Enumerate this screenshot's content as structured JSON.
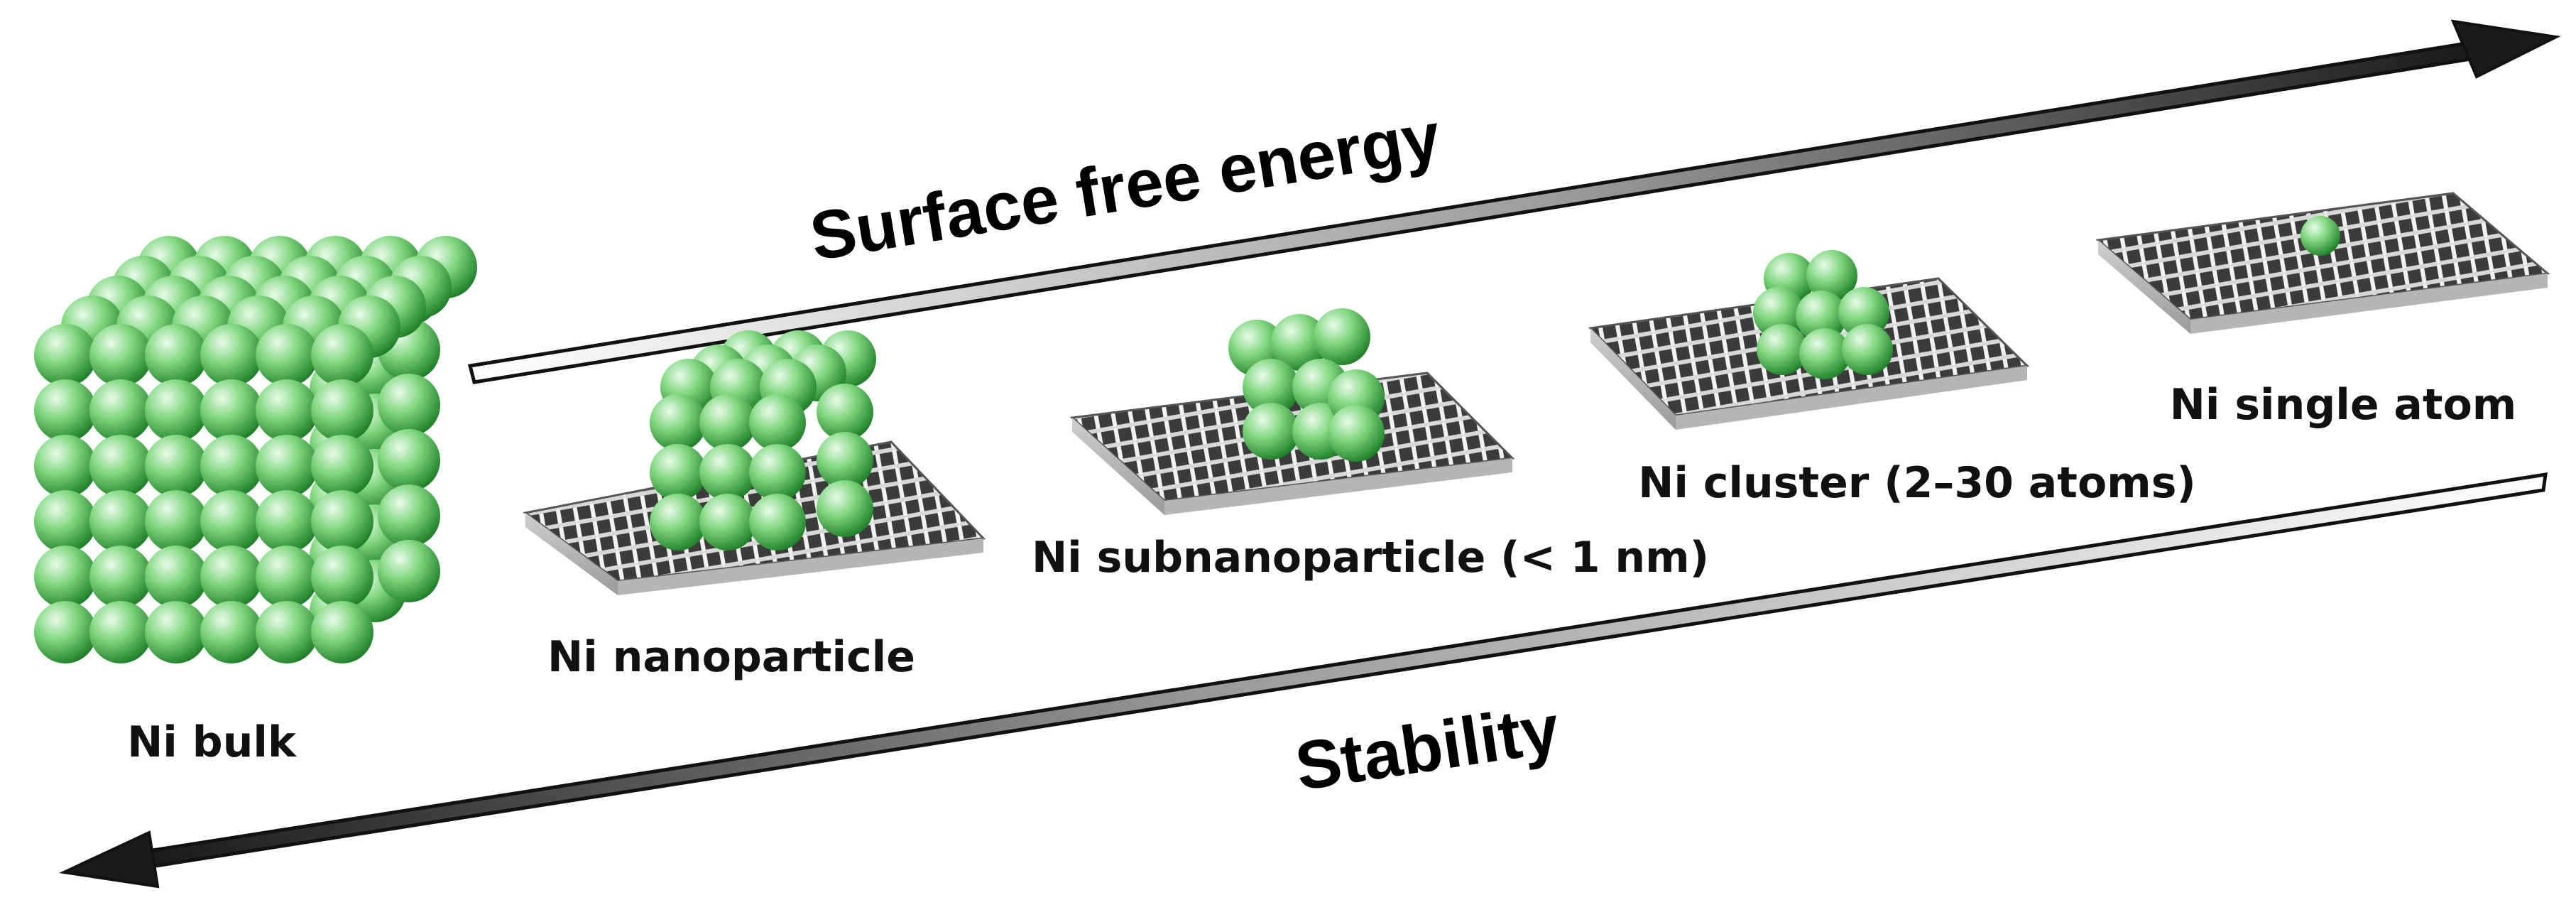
{
  "arrows": {
    "top_label": "Surface free energy",
    "bottom_label": "Stability"
  },
  "stages": [
    {
      "label": "Ni bulk"
    },
    {
      "label": "Ni nanoparticle"
    },
    {
      "label": "Ni subnanoparticle (< 1 nm)"
    },
    {
      "label": "Ni cluster (2–30 atoms)"
    },
    {
      "label": "Ni single atom"
    }
  ],
  "colors": {
    "atom_light": "#d6f5d6",
    "atom_mid": "#6fcf6f",
    "atom_dark": "#1f8a2a",
    "support_dark": "#3a3a3a",
    "support_light": "#e8e8e8",
    "arrow_dark": "#1a1a1a"
  }
}
